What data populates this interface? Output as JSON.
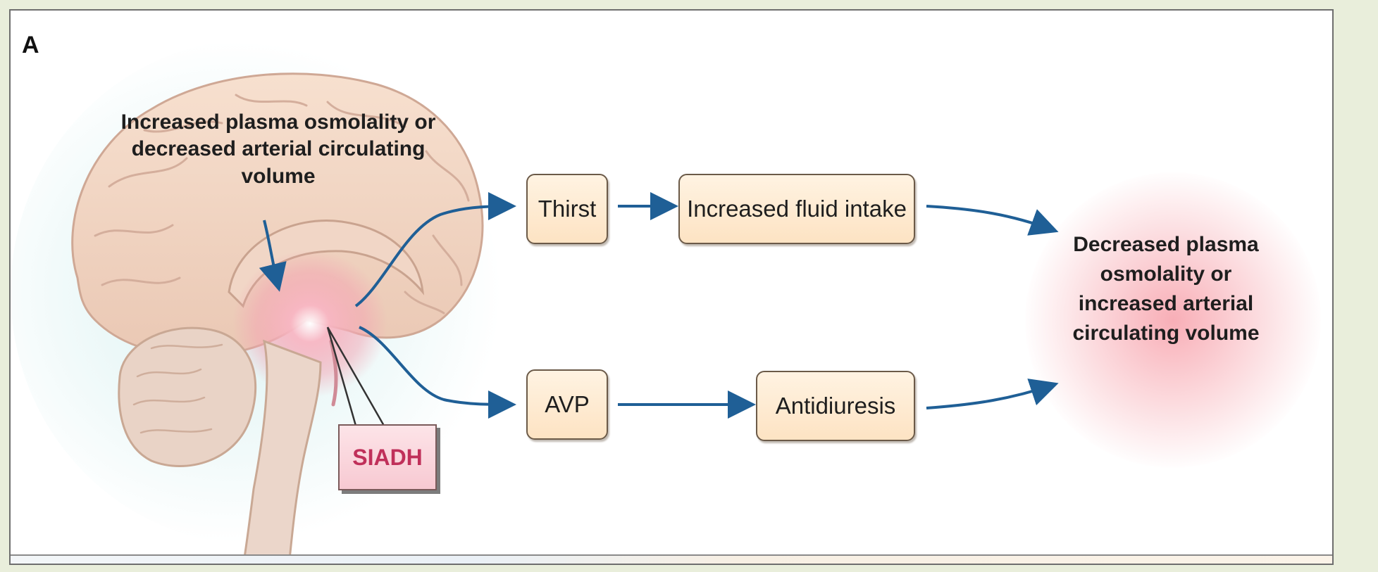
{
  "panel_label": "A",
  "stimulus_text": [
    "Increased plasma osmolality or",
    "decreased arterial circulating volume"
  ],
  "boxes": {
    "thirst": "Thirst",
    "fluid_intake": "Increased fluid intake",
    "avp": "AVP",
    "antidiuresis": "Antidiuresis",
    "siadh": "SIADH"
  },
  "outcome_text": [
    "Decreased plasma",
    "osmolality or",
    "increased arterial",
    "circulating volume"
  ],
  "colors": {
    "arrow": "#1f5f96",
    "box_fill": "#fde3c3",
    "siadh_text": "#c0305a",
    "hypothalamus_glow": "#f6a7b4"
  },
  "icons": [
    "brain-illustration",
    "arrow-icon"
  ]
}
